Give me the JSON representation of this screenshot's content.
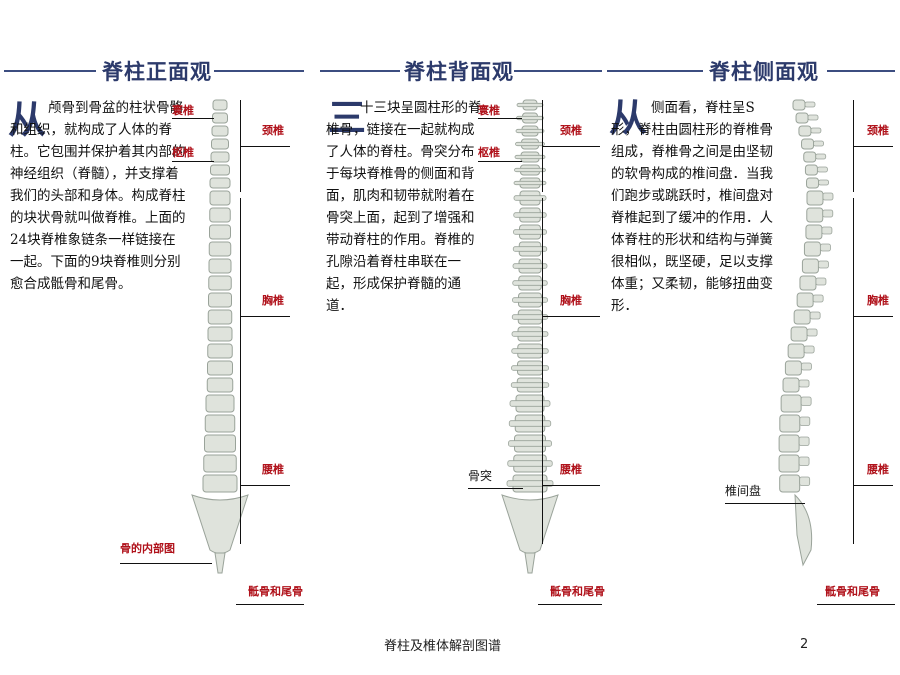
{
  "panels": [
    {
      "title": "脊柱正面观",
      "big_char": "从",
      "body": "颅骨到骨盆的柱状骨骼和组织，就构成了人体的脊柱。它包围并保护着其内部的神经组织（脊髓），并支撑着我们的头部和身体。构成脊柱的块状骨就叫做脊椎。上面的24块脊椎象链条一样链接在一起。下面的9块脊椎则分别愈合成骶骨和尾骨。",
      "labels": {
        "atlas": "寰椎",
        "axis": "枢椎",
        "cervical": "颈椎",
        "thoracic": "胸椎",
        "lumbar": "腰椎",
        "inner": "骨的内部图",
        "sacrum": "骶骨和尾骨"
      }
    },
    {
      "title": "脊柱背面观",
      "big_char": "三",
      "body": "十三块呈圆柱形的脊椎骨，链接在一起就构成了人体的脊柱。骨突分布于每块脊椎骨的侧面和背面，肌肉和韧带就附着在骨突上面，起到了增强和带动脊柱的作用。脊椎的孔隙沿着脊柱串联在一起，形成保护脊髓的通道．",
      "labels": {
        "atlas": "寰椎",
        "axis": "枢椎",
        "cervical": "颈椎",
        "thoracic": "胸椎",
        "process": "骨突",
        "lumbar": "腰椎",
        "sacrum": "骶骨和尾骨"
      }
    },
    {
      "title": "脊柱侧面观",
      "big_char": "从",
      "body": "侧面看，脊柱呈S形，脊柱由圆柱形的脊椎骨组成，脊椎骨之间是由坚韧的软骨构成的椎间盘．当我们跑步或跳跃时，椎间盘对脊椎起到了缓冲的作用．人体脊柱的形状和结构与弹簧很相似，既坚硬，足以支撑体重；又柔韧，能够扭曲变形．",
      "labels": {
        "cervical": "颈椎",
        "thoracic": "胸椎",
        "disc": "椎间盘",
        "lumbar": "腰椎",
        "sacrum": "骶骨和尾骨"
      }
    }
  ],
  "footer": "脊柱及椎体解剖图谱",
  "page_number": "2",
  "colors": {
    "title": "#2c3a6b",
    "label_red": "#b0121b",
    "bone": "#dfe3dc",
    "bone_shadow": "#9aa39a"
  }
}
